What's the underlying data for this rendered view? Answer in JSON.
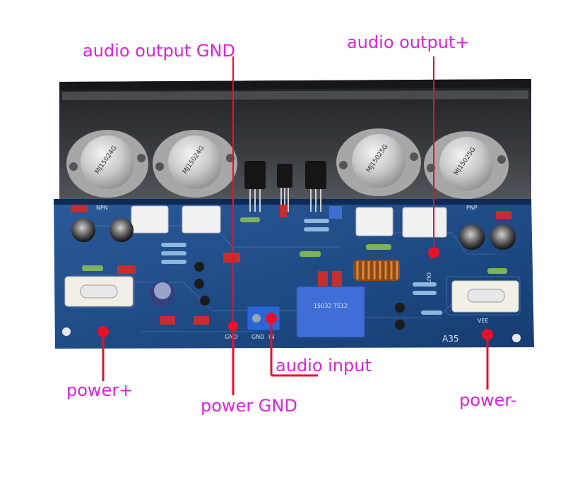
{
  "labels": {
    "audio_output_gnd": "audio output GND",
    "audio_output_plus": "audio output+",
    "audio_input": "audio input",
    "power_plus": "power+",
    "power_gnd": "power GND",
    "power_minus": "power-"
  },
  "board": {
    "silk_npn": "NPN",
    "silk_pnp": "PNP",
    "silk_model": "A35",
    "silk_out": "OUT",
    "silk_gnd": "GND",
    "silk_gnd_in": "GND",
    "silk_in": "IN",
    "silk_vee": "VEE",
    "transistor_text_1": "MJ15024G",
    "transistor_text_2": "MJ15025G",
    "capacitor_text": "15032 TS12"
  },
  "colors": {
    "label": "#e020e0",
    "pointer": "#e8102a",
    "pcb": "#1c4a86",
    "heatsink": "#2a2c30"
  }
}
